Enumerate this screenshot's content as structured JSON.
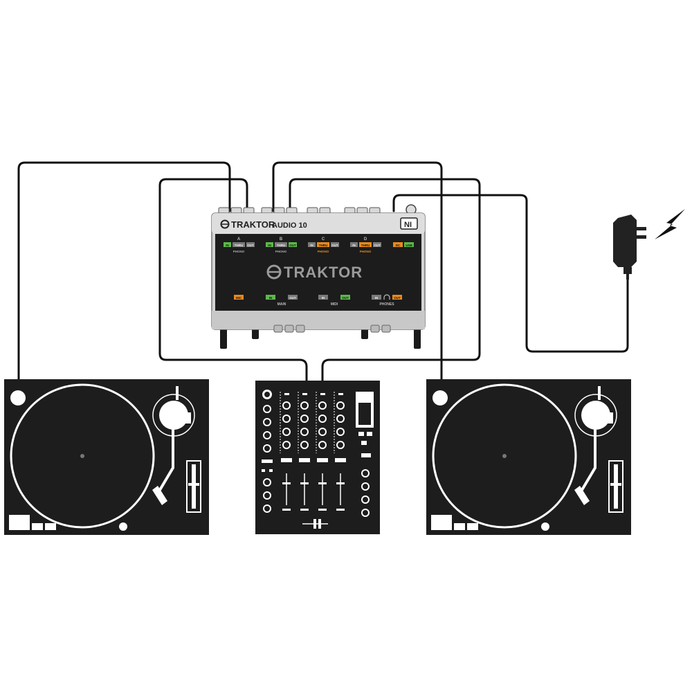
{
  "interface": {
    "brand": "TRAKTOR",
    "model": "AUDIO 10",
    "ni_logo": "NI",
    "front_brand": "TRAKTOR",
    "channels": [
      {
        "letter": "A",
        "in": "IN",
        "thru": "THRU",
        "out": "OUT",
        "phono": "PHONO"
      },
      {
        "letter": "B",
        "in": "IN",
        "thru": "THRU",
        "out": "OUT",
        "phono": "PHONO"
      },
      {
        "letter": "C",
        "in": "IN",
        "thru": "THRU",
        "out": "OUT",
        "phono": "PHONO"
      },
      {
        "letter": "D",
        "in": "IN",
        "thru": "THRU",
        "out": "OUT",
        "phono": "PHONO"
      }
    ],
    "power": {
      "dc": "DC",
      "usb": "USB"
    },
    "mic": {
      "label": "MIC"
    },
    "main": {
      "in": "IN",
      "out": "OUT",
      "label": "MAIN"
    },
    "midi": {
      "in": "IN",
      "out": "OUT",
      "label": "MIDI"
    },
    "phones": {
      "in": "IN",
      "out": "OUT",
      "label": "PHONES"
    }
  },
  "colors": {
    "cable": "#111111",
    "panel": "#1c1c1c",
    "chassis": "#d4d4d4",
    "led_green": "#5db84a",
    "led_orange": "#e88a1e",
    "deck": "#1d1d1d"
  },
  "icons": [
    "power-adapter-icon",
    "lightning-icon",
    "headphones-icon",
    "turntable-left",
    "turntable-right",
    "dj-mixer"
  ]
}
